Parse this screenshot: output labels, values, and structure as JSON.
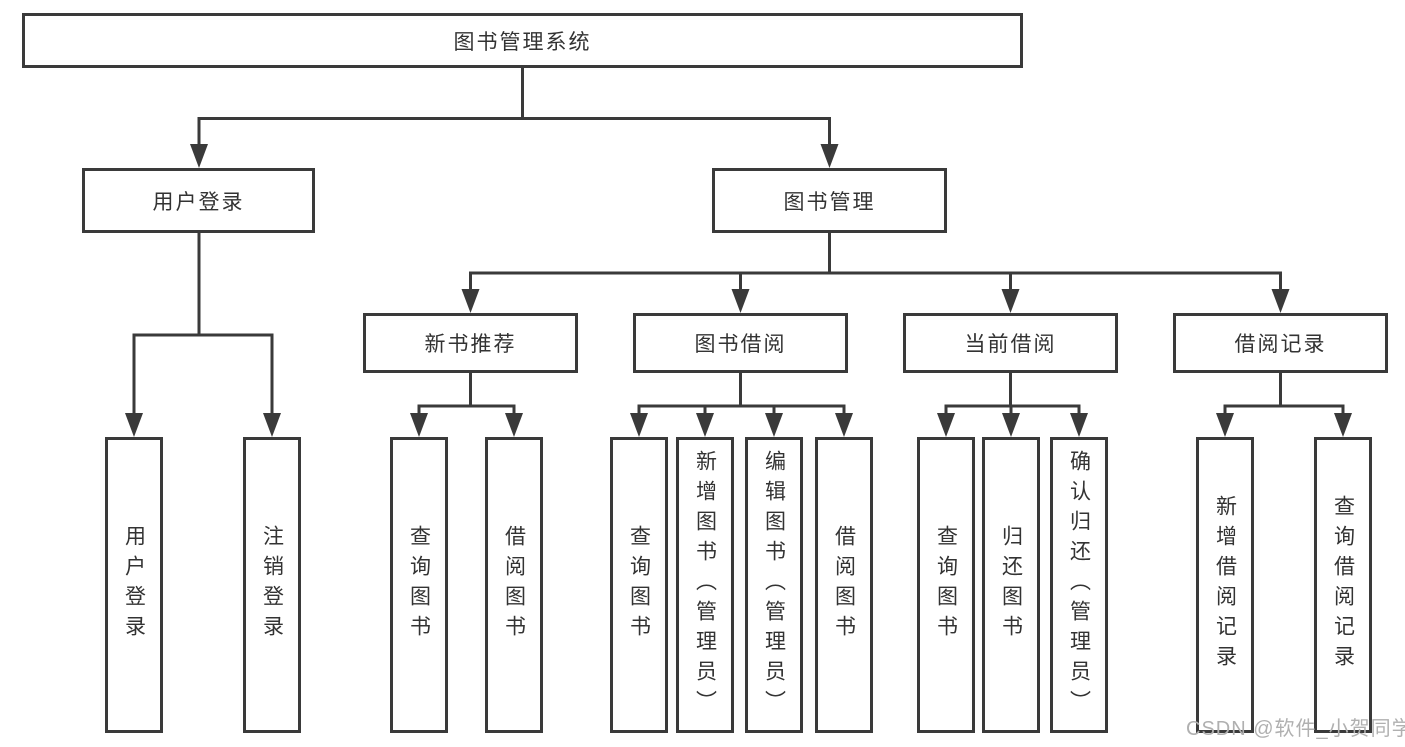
{
  "colors": {
    "line": "#3a3a3a",
    "text": "#333333",
    "watermark_gray": "#b0b0b0",
    "background": "#ffffff"
  },
  "tree": {
    "root": "图书管理系统",
    "branches": [
      {
        "label": "用户登录",
        "children": [
          "用户登录",
          "注销登录"
        ]
      },
      {
        "label": "图书管理",
        "groups": [
          {
            "label": "新书推荐",
            "children": [
              "查询图书",
              "借阅图书"
            ]
          },
          {
            "label": "图书借阅",
            "children": [
              "查询图书",
              "新增图书（管理员）",
              "编辑图书（管理员）",
              "借阅图书"
            ]
          },
          {
            "label": "当前借阅",
            "children": [
              "查询图书",
              "归还图书",
              "确认归还（管理员）"
            ]
          },
          {
            "label": "借阅记录",
            "children": [
              "新增借阅记录",
              "查询借阅记录"
            ]
          }
        ]
      }
    ]
  },
  "watermark": {
    "text": "CSDN @软件_小贺同学"
  }
}
